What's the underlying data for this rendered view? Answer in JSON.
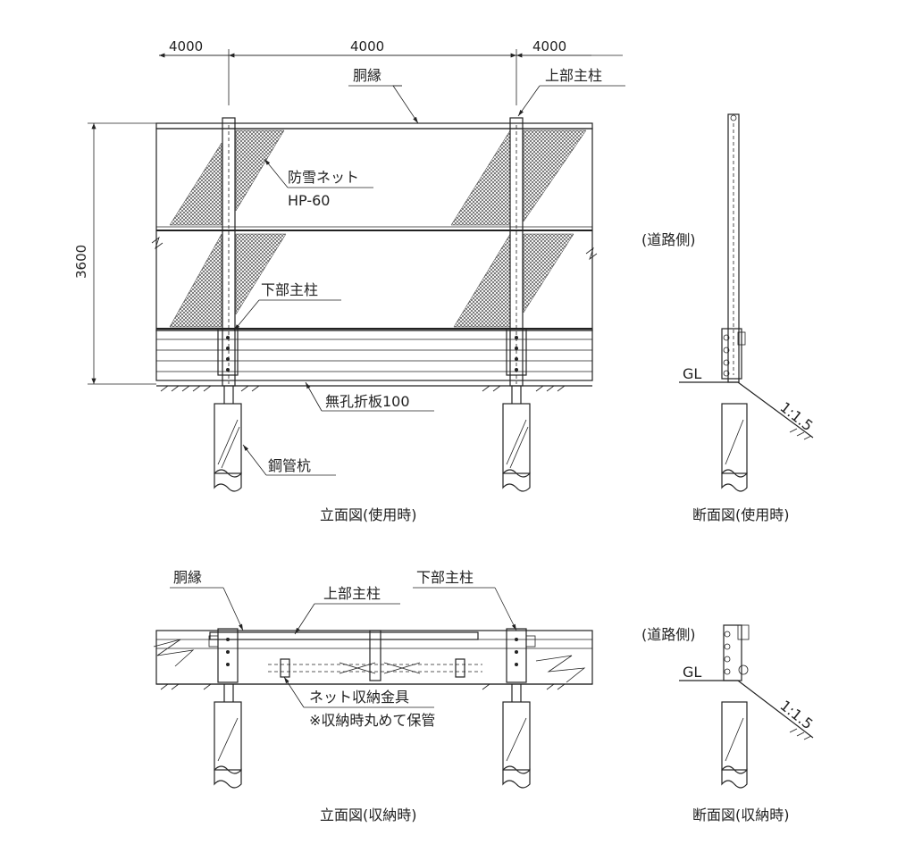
{
  "elevation_use": {
    "dims": {
      "left": "4000",
      "center": "4000",
      "right": "4000",
      "height": "3600"
    },
    "labels": {
      "dobuchi": "胴縁",
      "upper_post": "上部主柱",
      "net": "防雪ネット",
      "net_model": "HP-60",
      "lower_post": "下部主柱",
      "folded_plate": "無孔折板100",
      "steel_pile": "鋼管杭"
    },
    "caption": "立面図(使用時)"
  },
  "section_use": {
    "road_side": "(道路側)",
    "gl": "GL",
    "slope": "1:1.5",
    "caption": "断面図(使用時)"
  },
  "elevation_stored": {
    "labels": {
      "dobuchi": "胴縁",
      "upper_post": "上部主柱",
      "lower_post": "下部主柱",
      "net_storage": "ネット収納金具",
      "note": "※収納時丸めて保管"
    },
    "caption": "立面図(収納時)"
  },
  "section_stored": {
    "road_side": "(道路側)",
    "gl": "GL",
    "slope": "1:1.5",
    "caption": "断面図(収納時)"
  }
}
